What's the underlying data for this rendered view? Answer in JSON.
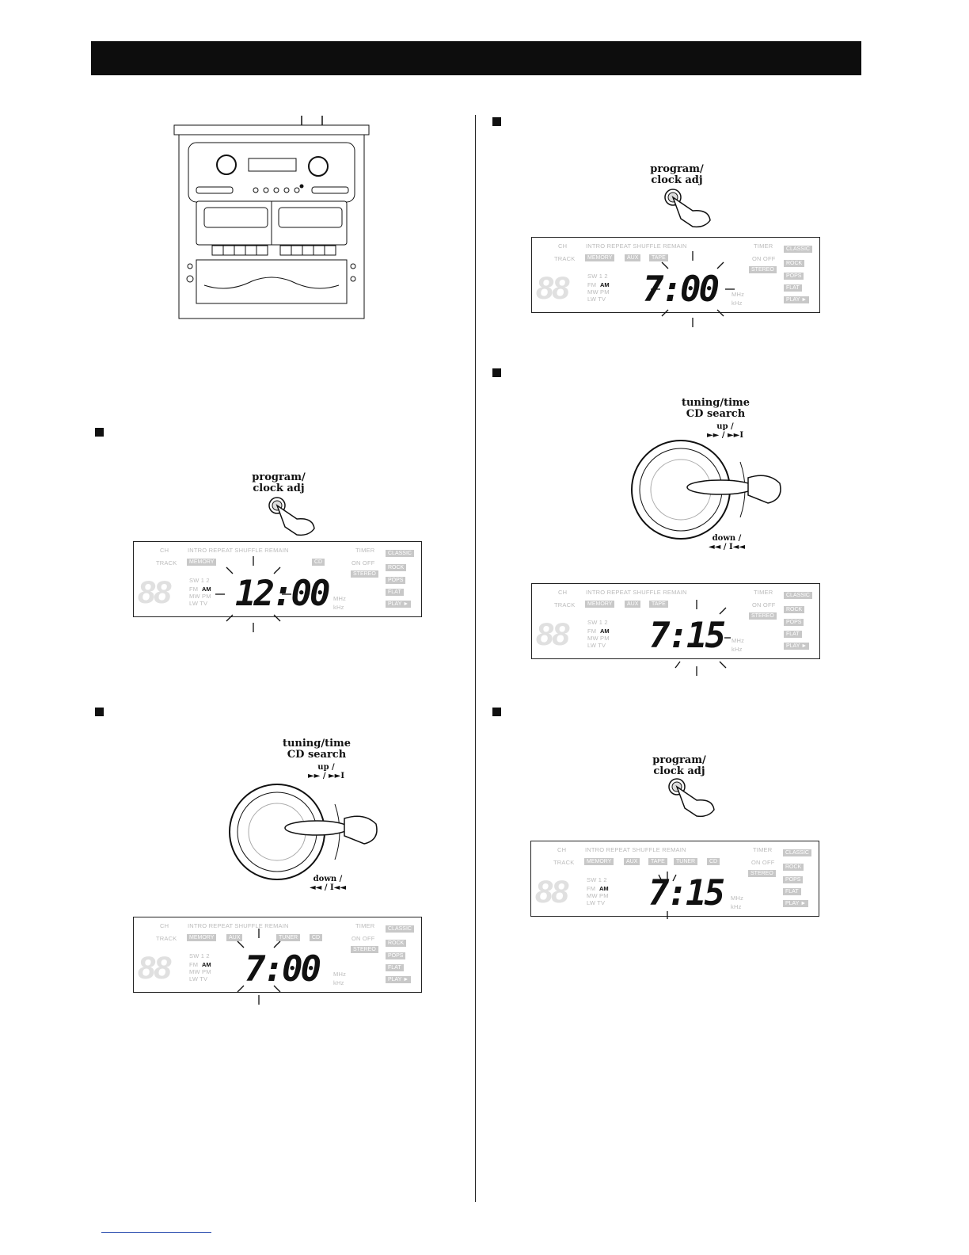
{
  "labels": {
    "program_clock_adj": "program/\nclock adj",
    "tuning_time": "tuning/time",
    "cd_search": "CD search",
    "up": "up /",
    "up_symbols": "►► / ►►I",
    "down": "down /",
    "down_symbols": "◄◄ / I◄◄"
  },
  "lcd": {
    "row1": [
      "CH",
      "INTRO",
      "REPEAT",
      "SHUFFLE",
      "REMAIN"
    ],
    "timer": "TIMER",
    "track": "TRACK",
    "memory": "MEMORY",
    "aux": "AUX",
    "tape": "TAPE",
    "tuner": "TUNER",
    "cd": "CD",
    "on": "ON",
    "off": "OFF",
    "stereo": "STEREO",
    "eq": [
      "CLASSIC",
      "ROCK",
      "POPS",
      "FLAT",
      "PLAY ►"
    ],
    "bands": [
      "SW 1 2",
      "FM",
      "MW PM",
      "LW TV"
    ],
    "am": "AM",
    "mhz": "MHz",
    "khz": "kHz",
    "ghost": "88"
  },
  "displays": {
    "step1": "12:00",
    "step2": "7:00",
    "step3": "7:00",
    "step4": "7:15",
    "step5": "7:15"
  }
}
